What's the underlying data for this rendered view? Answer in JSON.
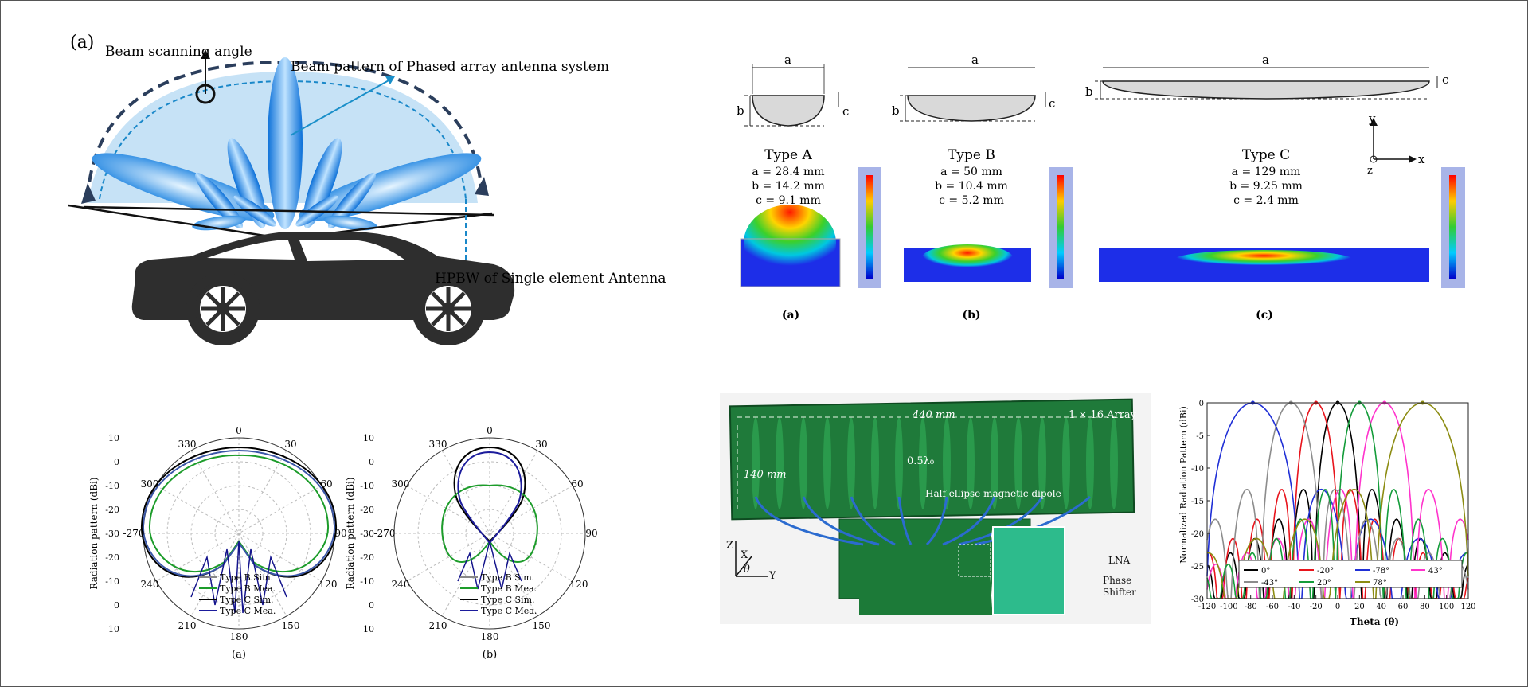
{
  "panel_car": {
    "label": "(a)",
    "beam_scanning": "Beam scanning angle",
    "beam_pattern": "Beam pattern of Phased array antenna system",
    "hpbw": "HPBW of Single element Antenna"
  },
  "panel_types": {
    "types": [
      {
        "name": "Type A",
        "a": "a = 28.4 mm",
        "b": "b = 14.2 mm",
        "c": "c = 9.1 mm",
        "sub": "(a)"
      },
      {
        "name": "Type B",
        "a": "a = 50 mm",
        "b": "b = 10.4 mm",
        "c": "c = 5.2 mm",
        "sub": "(b)"
      },
      {
        "name": "Type C",
        "a": "a = 129 mm",
        "b": "b = 9.25 mm",
        "c": "c = 2.4 mm",
        "sub": "(c)"
      }
    ],
    "dim_a": "a",
    "dim_b": "b",
    "dim_c": "c",
    "axis_y": "y",
    "axis_x": "x",
    "axis_z": "z"
  },
  "panel_polar": {
    "ylabel": "Radiation pattern (dBi)",
    "angles": [
      "0",
      "30",
      "60",
      "90",
      "120",
      "150",
      "180",
      "210",
      "240",
      "-270",
      "300",
      "330"
    ],
    "radial_ticks": [
      "10",
      "0",
      "-10",
      "-20",
      "-30",
      "-20",
      "-10",
      "0",
      "10"
    ],
    "legend": [
      "Type B Sim.",
      "Type B Mea.",
      "Type C Sim.",
      "Type C Mea."
    ],
    "sub_a": "(a)",
    "sub_b": "(b)"
  },
  "panel_photo": {
    "length": "440 mm",
    "array": "1 × 16 Array",
    "width": "140 mm",
    "spacing": "0.5λ₀",
    "dipole": "Half ellipse magnetic dipole",
    "lna": "LNA",
    "phase": "Phase",
    "shifter": "Shifter",
    "axis_z": "Z",
    "axis_x": "X",
    "axis_theta": "θ",
    "axis_y": "Y"
  },
  "chart_data": {
    "type": "line",
    "xlabel": "Theta (θ)",
    "ylabel": "Normalized Radiation Pattern (dBi)",
    "xlim": [
      -120,
      120
    ],
    "ylim": [
      -30,
      0
    ],
    "xticks": [
      -120,
      -100,
      -80,
      -60,
      -40,
      -20,
      0,
      20,
      40,
      60,
      80,
      100,
      120
    ],
    "yticks": [
      0,
      -5,
      -10,
      -15,
      -20,
      -25,
      -30
    ],
    "series": [
      {
        "name": "0°",
        "color": "#000000",
        "peak": 0,
        "width": 7
      },
      {
        "name": "-20°",
        "color": "#e8141c",
        "peak": -20,
        "width": 7
      },
      {
        "name": "-78°",
        "color": "#1f2fd6",
        "peak": -78,
        "width": 14
      },
      {
        "name": "43°",
        "color": "#ff33cc",
        "peak": 43,
        "width": 9
      },
      {
        "name": "-43°",
        "color": "#8c8c8c",
        "peak": -43,
        "width": 9
      },
      {
        "name": "20°",
        "color": "#149c3a",
        "peak": 20,
        "width": 7
      },
      {
        "name": "78°",
        "color": "#8c8c12",
        "peak": 78,
        "width": 14
      }
    ]
  }
}
